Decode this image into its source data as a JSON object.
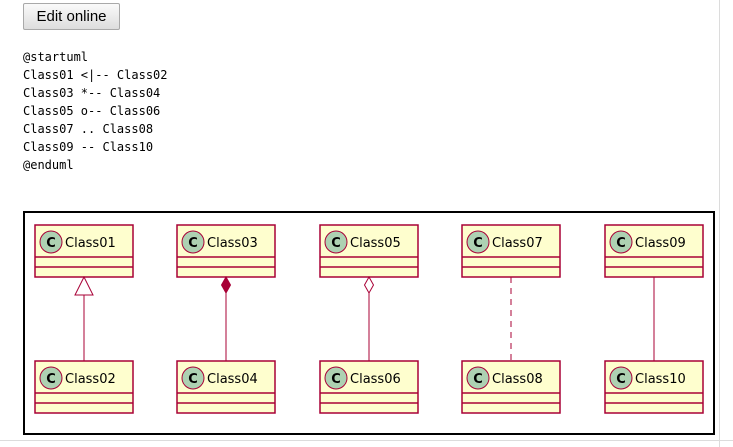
{
  "toolbar": {
    "edit_label": "Edit online"
  },
  "source": {
    "lines": [
      "@startuml",
      "Class01 <|-- Class02",
      "Class03 *-- Class04",
      "Class05 o-- Class06",
      "Class07 .. Class08",
      "Class09 -- Class10",
      "@enduml"
    ]
  },
  "diagram": {
    "classes": {
      "top": [
        "Class01",
        "Class03",
        "Class05",
        "Class07",
        "Class09"
      ],
      "bottom": [
        "Class02",
        "Class04",
        "Class06",
        "Class08",
        "Class10"
      ]
    },
    "class_icon_letter": "C",
    "relations": [
      "extension",
      "composition",
      "aggregation",
      "dotted",
      "association"
    ],
    "colors": {
      "class_fill": "#FEFECE",
      "class_border": "#A80036",
      "icon_fill": "#ADD1B2",
      "line": "#A80036"
    }
  }
}
